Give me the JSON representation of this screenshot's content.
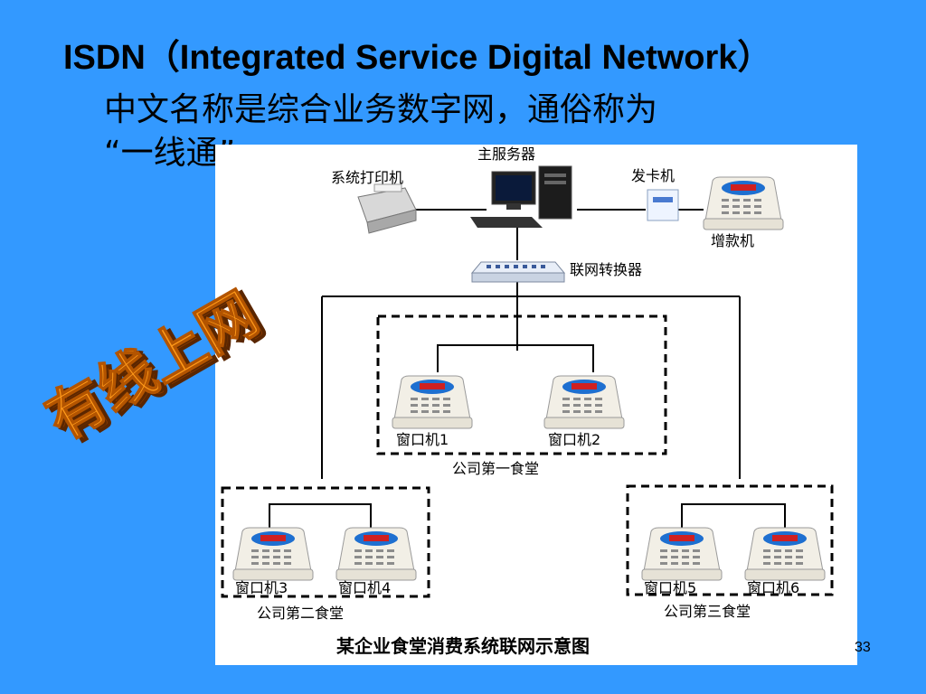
{
  "slide": {
    "title": "ISDN（Integrated Service Digital Network）",
    "subtitle_line1": "中文名称是综合业务数字网，通俗称为",
    "subtitle_line2": "“一线通”",
    "wordart": "有线上网",
    "page_number": "33"
  },
  "diagram": {
    "server": "主服务器",
    "printer": "系统打印机",
    "card_issuer": "发卡机",
    "topup": "增款机",
    "switch": "联网转换器",
    "terminals": [
      "窗口机1",
      "窗口机2",
      "窗口机3",
      "窗口机4",
      "窗口机5",
      "窗口机6"
    ],
    "groups": [
      "公司第一食堂",
      "公司第二食堂",
      "公司第三食堂"
    ],
    "caption": "某企业食堂消费系统联网示意图"
  },
  "colors": {
    "background": "#3399ff",
    "wordart_face": "#ff9a1a",
    "wordart_side": "#8a3a00",
    "terminal_screen": "#1e6fd0"
  }
}
